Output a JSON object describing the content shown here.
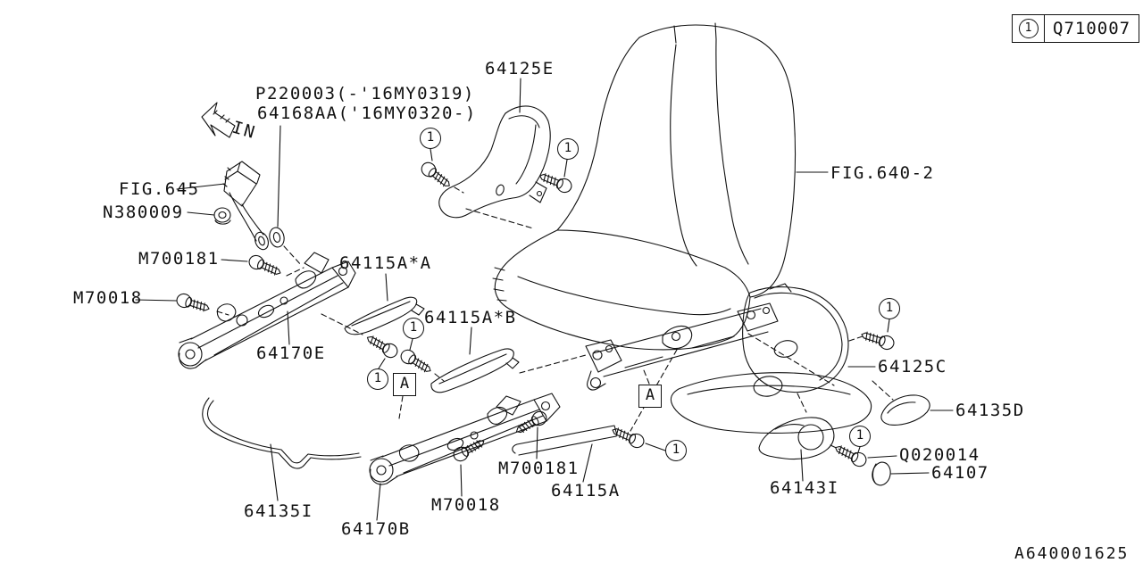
{
  "header": {
    "callout_box": {
      "num": "1",
      "code": "Q710007"
    }
  },
  "footer": {
    "drawing_number": "A640001625"
  },
  "arrow": {
    "label": "IN"
  },
  "markers": {
    "circle_num": "1",
    "box_letter": "A"
  },
  "parts": {
    "fig645": "FIG.645",
    "fig640_2": "FIG.640-2",
    "p220003": "P220003(-'16MY0319)",
    "n64168aa": "64168AA('16MY0320-)",
    "n380009": "N380009",
    "m700181": "M700181",
    "m70018": "M70018",
    "n64125e": "64125E",
    "n64115a_a": "64115A*A",
    "n64115a_b": "64115A*B",
    "n64115a": "64115A",
    "n64170e": "64170E",
    "n64170b": "64170B",
    "n64135i": "64135I",
    "n64135d": "64135D",
    "n64125c": "64125C",
    "n64143i": "64143I",
    "n64107": "64107",
    "q020014": "Q020014"
  }
}
